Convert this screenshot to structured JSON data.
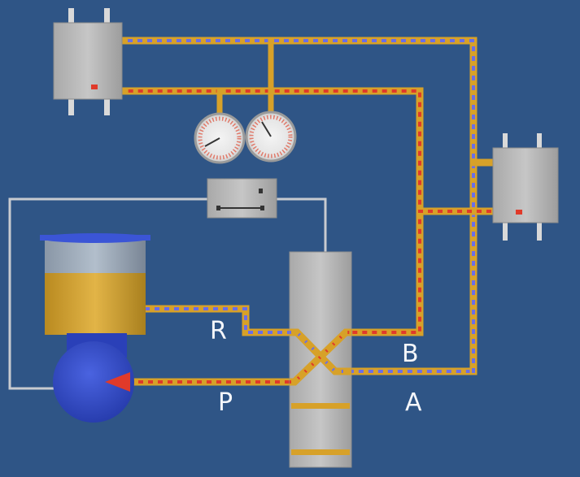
{
  "diagram": {
    "labels": {
      "return_port": "R",
      "pressure_port": "P",
      "port_a": "A",
      "port_b": "B"
    },
    "colors": {
      "background": "#2f5586",
      "pipe": "#d7a129",
      "pipe_highlight": "#f2c04a",
      "pressure_dot": "#e03a2a",
      "return_dot": "#6a6ee8",
      "component_gray": "#b9b9b9",
      "tank_fluid": "#c99a2c",
      "pump_blue": "#2f49c8",
      "signal_wire": "#c8cbd0"
    }
  }
}
